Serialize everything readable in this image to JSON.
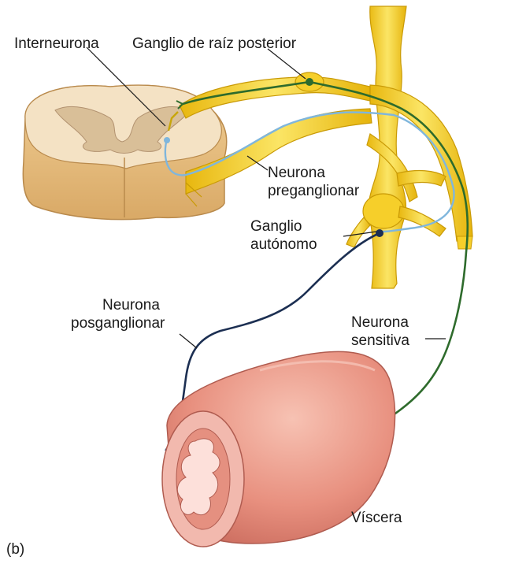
{
  "labels": {
    "interneurona": "Interneurona",
    "ganglio_raiz_posterior": "Ganglio de raíz posterior",
    "neurona_preganglionar": [
      "Neurona",
      "preganglionar"
    ],
    "ganglio_autonomo": [
      "Ganglio",
      "autónomo"
    ],
    "neurona_posganglionar": [
      "Neurona",
      "posganglionar"
    ],
    "neurona_sensitiva": [
      "Neurona",
      "sensitiva"
    ],
    "viscera": "Víscera",
    "panel": "(b)"
  },
  "colors": {
    "nerve_yellow": "#f2c81c",
    "nerve_yellow_light": "#f9e46a",
    "sensory_green": "#2e6b2c",
    "preganglionic_blue": "#7fb6dc",
    "postganglionic_navy": "#1c2f52",
    "cord_tan": "#e9c58f",
    "cord_gray_matter": "#d4b58a",
    "viscera_pink": "#e89585",
    "viscera_lumen": "#f0b7b0"
  }
}
